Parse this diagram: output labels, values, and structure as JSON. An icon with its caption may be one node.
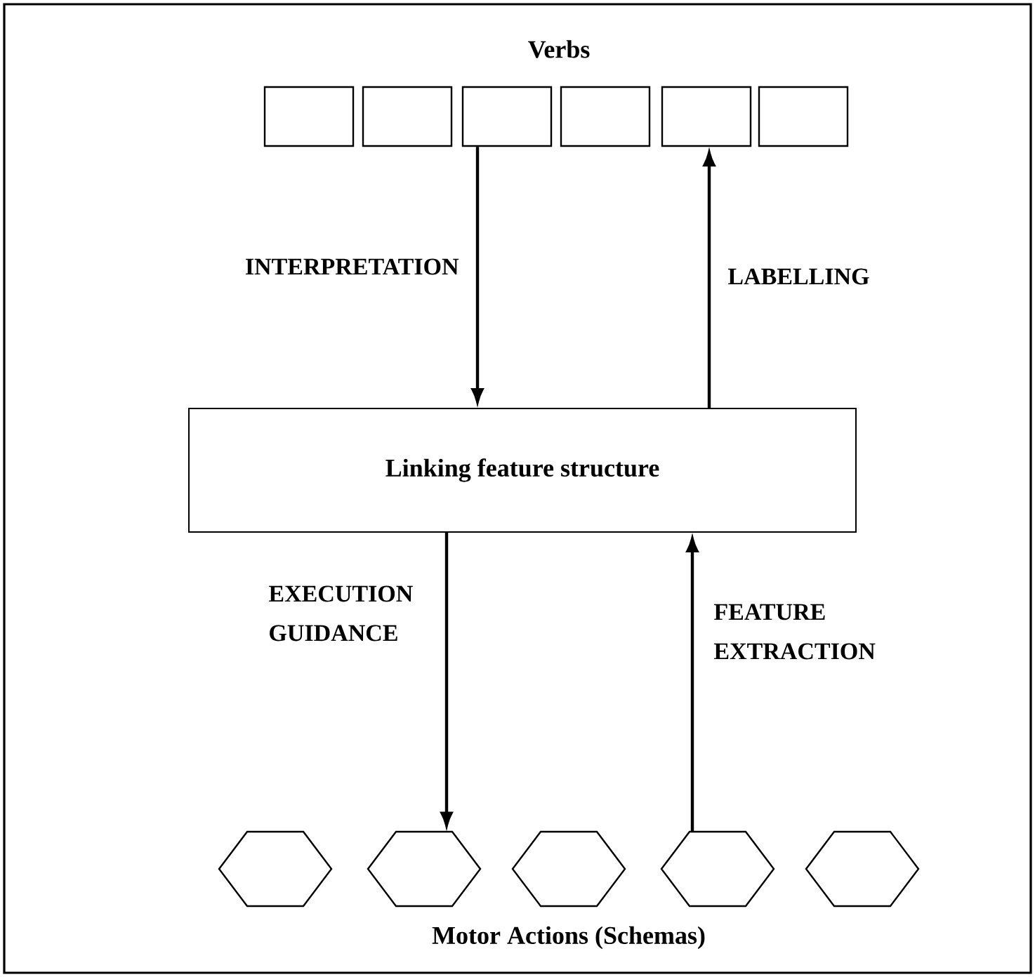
{
  "diagram": {
    "nodes": [
      {
        "text": [],
        "shape": "box"
      },
      {
        "text": [],
        "shape": "box"
      },
      {
        "text": [],
        "shape": "box"
      },
      {
        "text": [],
        "shape": "box"
      },
      {
        "text": [],
        "shape": "box"
      },
      {
        "text": [],
        "shape": "box"
      },
      {
        "text": [
          "Linking feature structure"
        ]
      },
      {
        "text": [],
        "shape": "hexagon"
      },
      {
        "text": [],
        "shape": "hexagon"
      },
      {
        "text": [],
        "shape": "hexagon"
      },
      {
        "text": [],
        "shape": "hexagon"
      },
      {
        "text": [],
        "shape": "hexagon"
      }
    ],
    "edges": [
      {
        "from": 2,
        "to": 6,
        "arrow": "to",
        "label": "INTERPRETATION"
      },
      {
        "from": 6,
        "to": 4,
        "arrow": "to",
        "label": "LABELLING"
      },
      {
        "from": 6,
        "to": 8,
        "arrow": "to",
        "label": "EXECUTION GUIDANCE"
      },
      {
        "from": 10,
        "to": 6,
        "arrow": "to",
        "label": "FEATURE EXTRACTION"
      }
    ],
    "labels": [
      "Verbs",
      "Motor Actions (Schemas)"
    ]
  }
}
